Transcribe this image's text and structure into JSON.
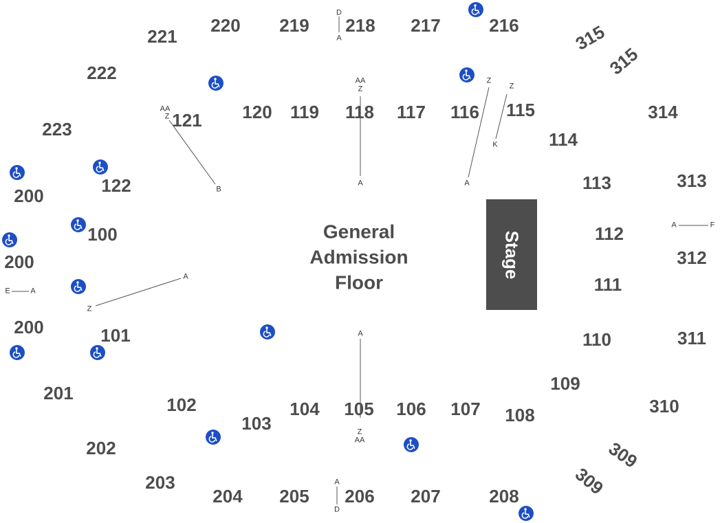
{
  "floor": {
    "line1": "General",
    "line2": "Admission",
    "line3": "Floor"
  },
  "stage": {
    "label": "Stage"
  },
  "sections": {
    "s100": "100",
    "s101": "101",
    "s102": "102",
    "s103": "103",
    "s104": "104",
    "s105": "105",
    "s106": "106",
    "s107": "107",
    "s108": "108",
    "s109": "109",
    "s110": "110",
    "s111": "111",
    "s112": "112",
    "s113": "113",
    "s114": "114",
    "s115": "115",
    "s116": "116",
    "s117": "117",
    "s118": "118",
    "s119": "119",
    "s120": "120",
    "s121": "121",
    "s122": "122",
    "s200": "200",
    "s201": "201",
    "s202": "202",
    "s203": "203",
    "s204": "204",
    "s205": "205",
    "s206": "206",
    "s207": "207",
    "s208": "208",
    "s216": "216",
    "s217": "217",
    "s218": "218",
    "s219": "219",
    "s220": "220",
    "s221": "221",
    "s222": "222",
    "s223": "223",
    "s309": "309",
    "s310": "310",
    "s311": "311",
    "s312": "312",
    "s313": "313",
    "s314": "314",
    "s315": "315"
  },
  "rows": {
    "D": "D",
    "A": "A",
    "AA": "AA",
    "Z": "Z",
    "K": "K",
    "B": "B",
    "E": "E",
    "F": "F"
  },
  "colors": {
    "section_text": "#4d4d4d",
    "stage_fill": "#4d4d4d",
    "stage_text": "#ffffff",
    "accessible_icon": "#1d4fc4",
    "row_line": "#555555"
  },
  "icons": {
    "accessible": "wheelchair-icon"
  }
}
